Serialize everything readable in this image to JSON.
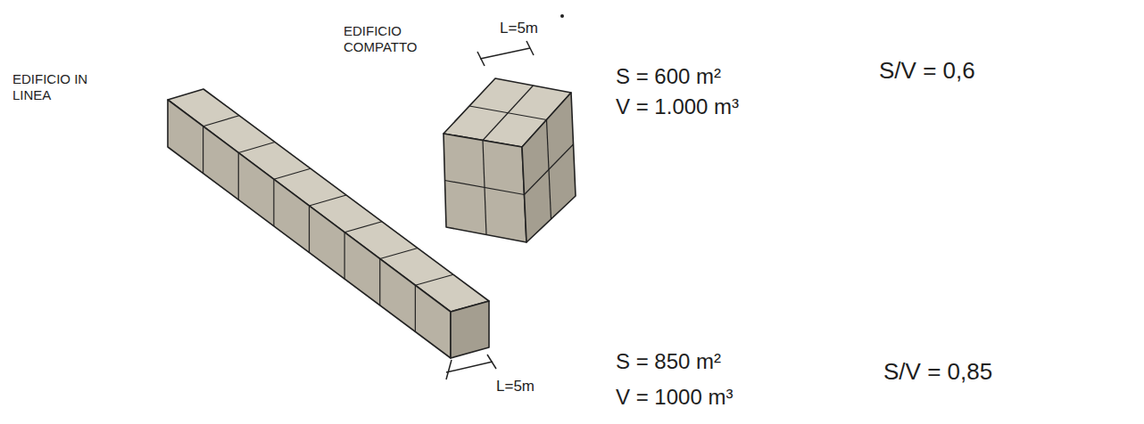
{
  "diagram": {
    "labels": [
      "EDIFICIO COMPATTO",
      "L=5m",
      "S = 600 m²",
      "V = 1.000 m³",
      "S/V = 0,6",
      "EDIFICIO IN LINEA",
      "L=5m",
      "S = 850 m²",
      "V = 1000 m³",
      "S/V = 0,85"
    ]
  }
}
